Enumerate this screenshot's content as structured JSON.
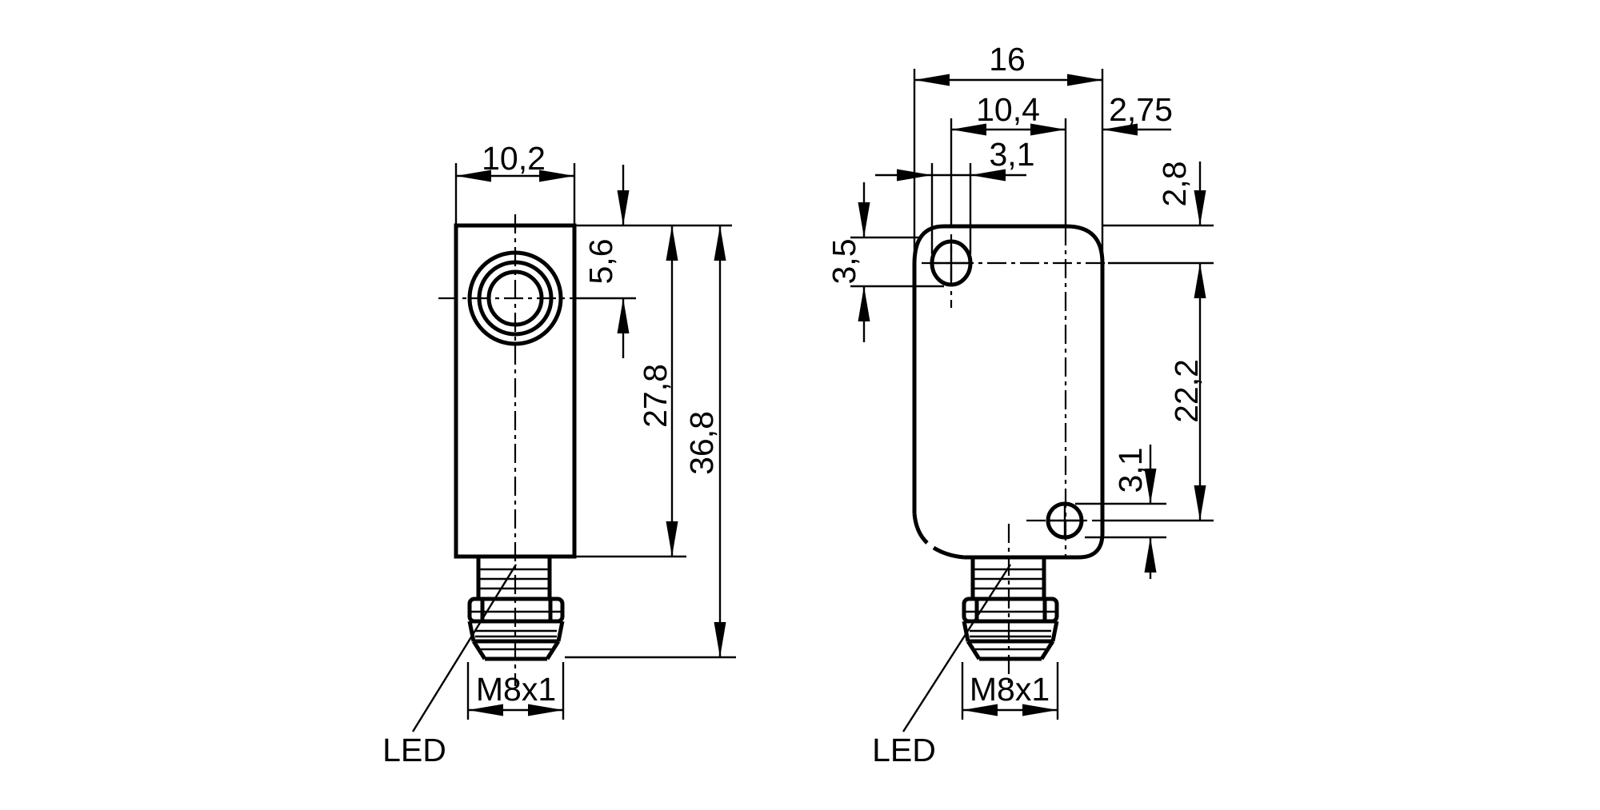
{
  "page": {
    "background": "#ffffff",
    "line_color": "#000000",
    "description": "Technical dimensional drawing of rectangular inductive sensor with M8x1 connector, front and side views"
  },
  "front_view": {
    "dims": {
      "width": "10,2",
      "face_center_from_top": "5,6",
      "body_length": "27,8",
      "total_length": "36,8",
      "connector_thread": "M8x1",
      "led": "LED"
    }
  },
  "side_view": {
    "dims": {
      "depth": "16",
      "hole_center_span_x": "10,4",
      "hole_center_to_edge": "2,75",
      "slot_width": "3,1",
      "slot_height": "3,5",
      "hole_center_from_top": "2,8",
      "hole_center_span_y": "22,2",
      "hole_diameter": "3,1",
      "connector_thread": "M8x1",
      "led": "LED"
    }
  }
}
